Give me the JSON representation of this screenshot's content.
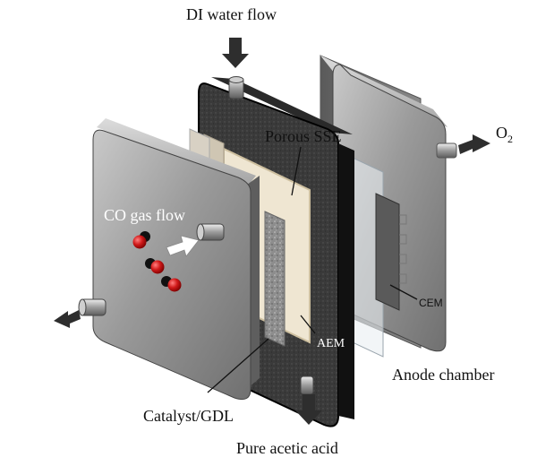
{
  "labels": {
    "di_water": "DI water flow",
    "o2": "O",
    "o2_sub": "2",
    "porous_sse": "Porous SSE",
    "co_gas": "CO gas flow",
    "cem": "CEM",
    "aem": "AEM",
    "anode": "Anode chamber",
    "catalyst": "Catalyst/GDL",
    "acetic": "Pure acetic acid"
  },
  "colors": {
    "steel_light": "#b9b9b9",
    "steel_dark": "#6e6e6e",
    "black_frame": "#151515",
    "sse_fill": "#efe6d2",
    "sse_border": "#d6cbb2",
    "catalyst_gray": "#8a8a8a",
    "droplet_red": "#d11a1a",
    "arrow_dark": "#3a3a3a"
  }
}
